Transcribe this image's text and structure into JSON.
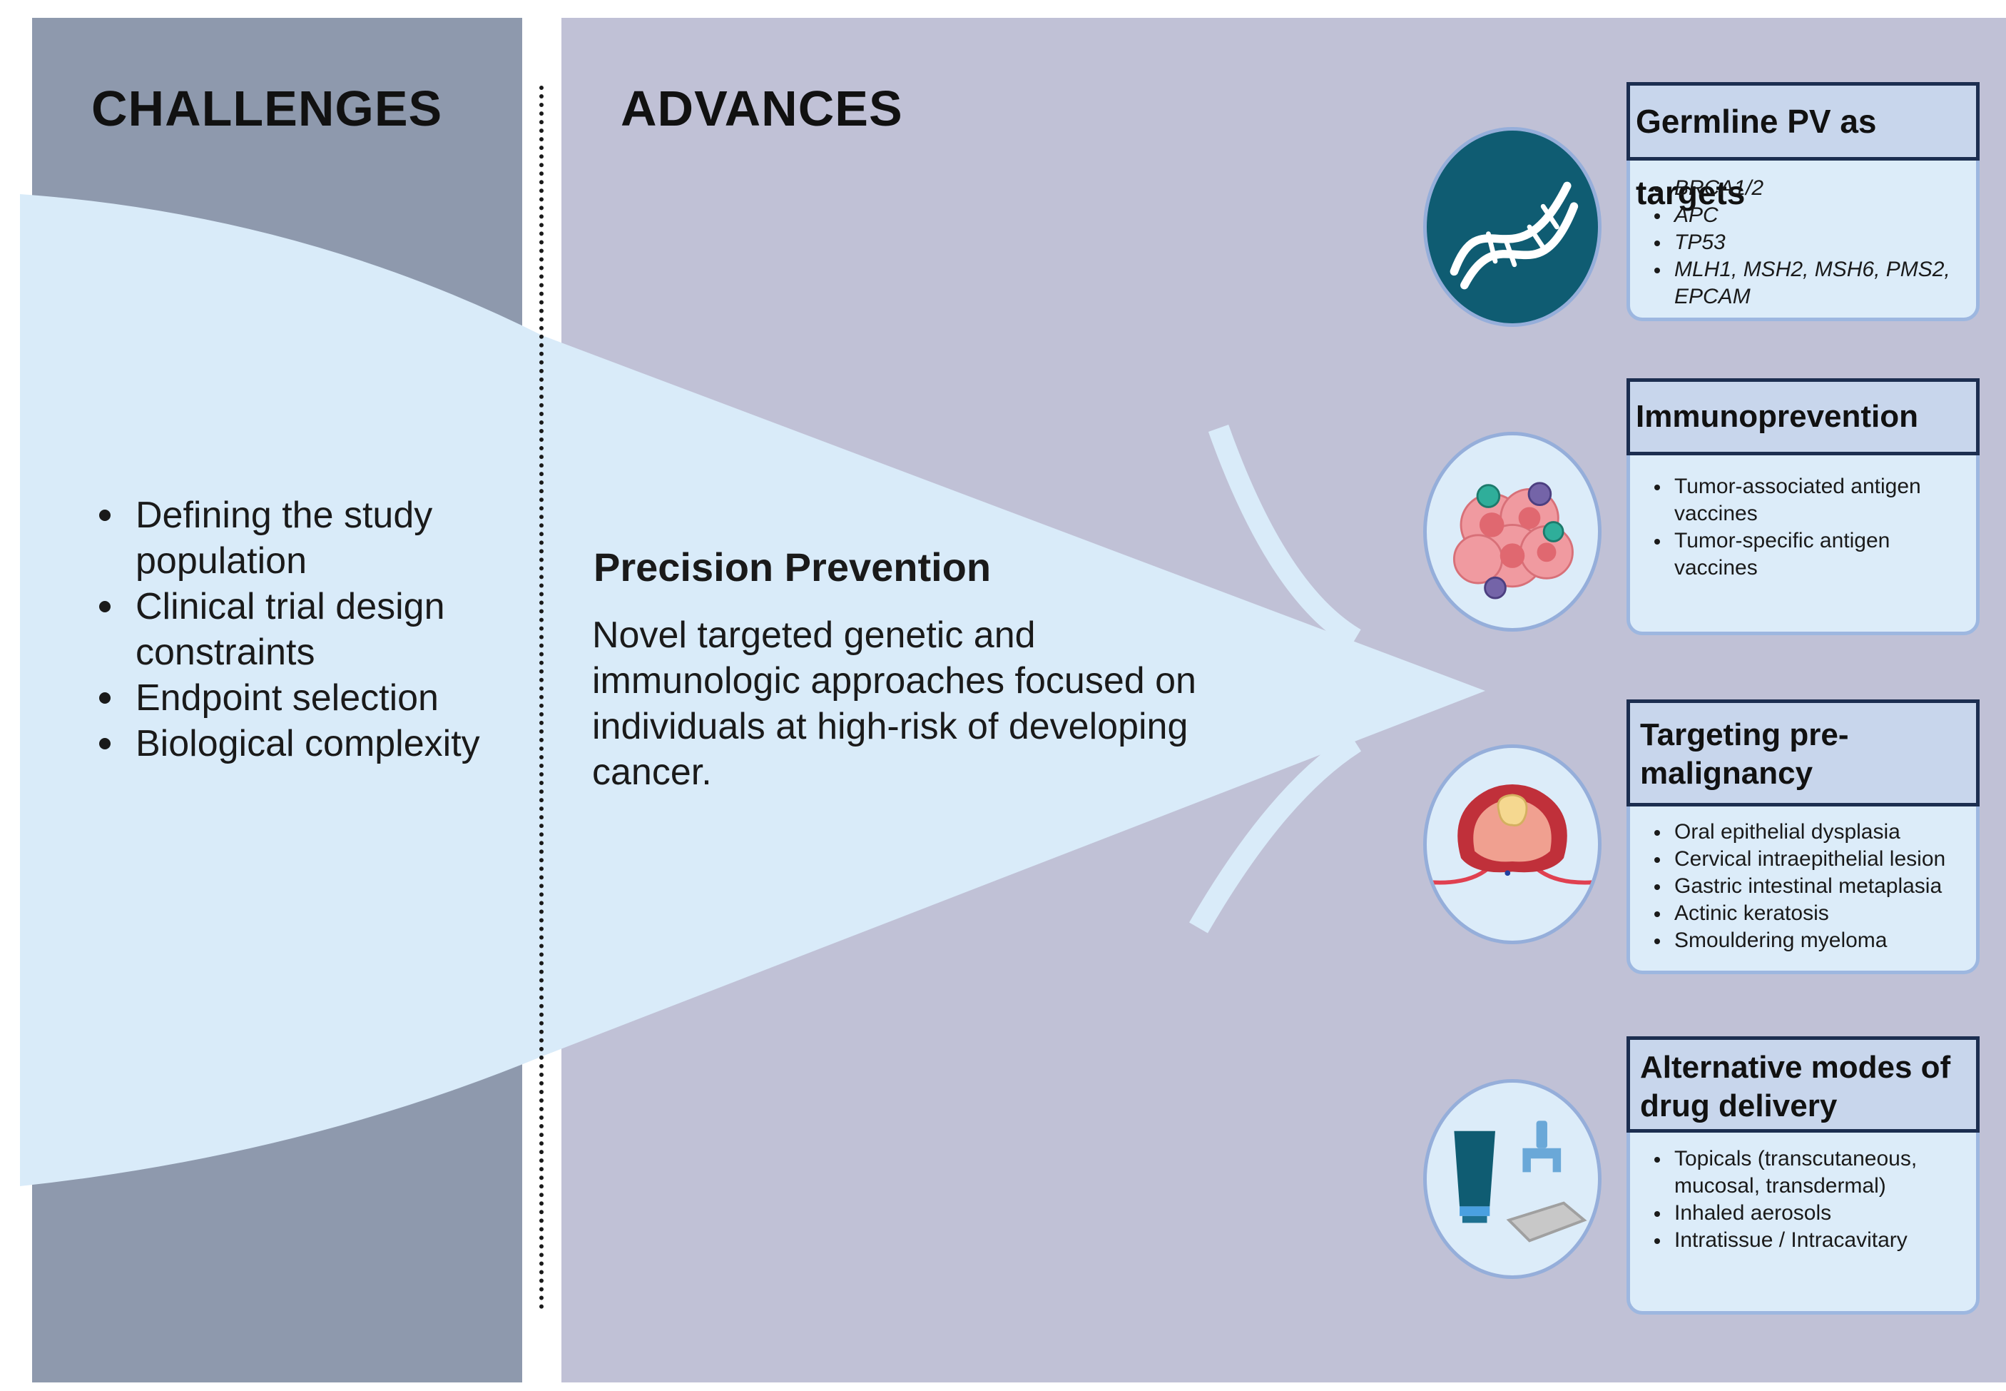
{
  "challenges": {
    "heading": "CHALLENGES",
    "items": [
      "Defining the study population",
      "Clinical trial design constraints",
      "Endpoint selection",
      "Biological complexity"
    ]
  },
  "advances": {
    "heading": "ADVANCES",
    "center": {
      "title": "Precision Prevention",
      "description": "Novel targeted genetic and immunologic approaches focused on individuals at high-risk of developing cancer."
    },
    "cards": [
      {
        "title": "Germline PV as targets",
        "icon": "dna-icon",
        "items": [
          "BRCA1/2",
          "APC",
          "TP53",
          "MLH1, MSH2, MSH6, PMS2, EPCAM"
        ]
      },
      {
        "title": "Immunoprevention",
        "icon": "immune-cells-icon",
        "items": [
          "Tumor-associated antigen vaccines",
          "Tumor-specific antigen vaccines"
        ]
      },
      {
        "title": "Targeting pre-malignancy",
        "icon": "lesion-icon",
        "items": [
          "Oral epithelial dysplasia",
          "Cervical intraepithelial lesion",
          "Gastric intestinal metaplasia",
          "Actinic keratosis",
          "Smouldering myeloma"
        ]
      },
      {
        "title": "Alternative modes of drug delivery",
        "icon": "drug-delivery-icon",
        "items": [
          "Topicals (transcutaneous, mucosal, transdermal)",
          "Inhaled aerosols",
          "Intratissue / Intracavitary"
        ]
      }
    ]
  },
  "colors": {
    "challenges_bg": "#8e99ad",
    "advances_bg": "#c0c1d6",
    "funnel": "#d9ebf9",
    "card_bg": "#dcecf9",
    "card_header_bg": "#c8d6ec",
    "dna_circle": "#0f5c72"
  }
}
